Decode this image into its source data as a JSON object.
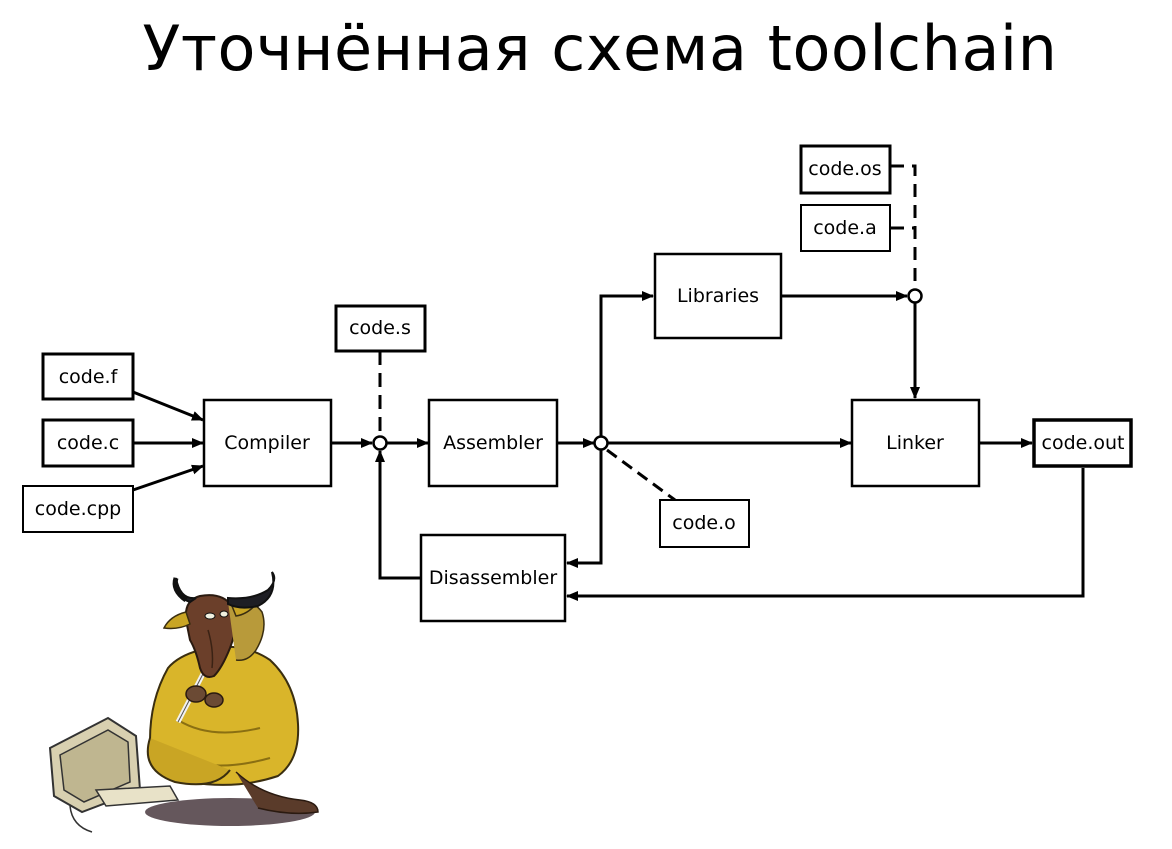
{
  "title": "Уточнённая схема toolchain",
  "nodes": {
    "code_f": "code.f",
    "code_c": "code.c",
    "code_cpp": "code.cpp",
    "compiler": "Compiler",
    "code_s": "code.s",
    "assembler": "Assembler",
    "code_o": "code.o",
    "disassembler": "Disassembler",
    "libraries": "Libraries",
    "code_os": "code.os",
    "code_a": "code.a",
    "linker": "Linker",
    "code_out": "code.out"
  },
  "mascot_icon": "gnu-mascot-icon"
}
